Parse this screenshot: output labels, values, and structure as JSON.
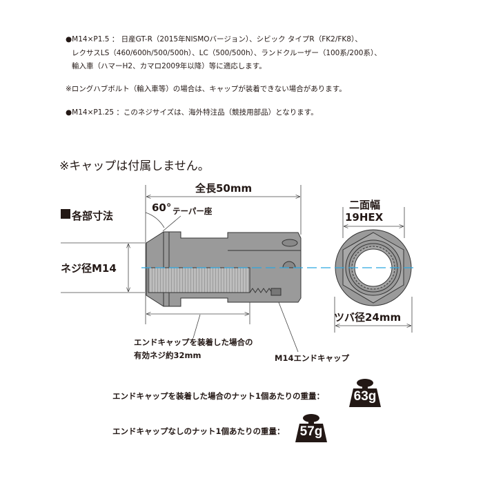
{
  "notes": {
    "line1a": "●M14×P1.5 ： 日産GT-R（2015年NISMOバージョン）、シビック タイプR（FK2/FK8）、",
    "line1b": "レクサスLS（460/600h/500/500h）、LC（500/500h）、ランドクルーザー（100系/200系）、",
    "line1c": "輸入車（ハマーH2、カマロ2009年以降）等に適応します。",
    "line2": "※ロングハブボルト（輸入車等）の場合は、キャップが装着できない場合があります。",
    "line3": "●M14×P1.25 ：このネジサイズは、海外特注品（競技用部品）となります。"
  },
  "cap_note": "※キャップは付属しません。",
  "diagram": {
    "section_title": "各部寸法",
    "total_length": "全長50mm",
    "taper_angle": "60°",
    "taper_label": "テーパー座",
    "thread_dia": "ネジ径M14",
    "hex_title": "二面幅",
    "hex_size": "19HEX",
    "flange_dia": "ツバ径24mm",
    "effective_line1": "エンドキャップを装着した場合の",
    "effective_line2": "有効ネジ約32mm",
    "end_cap": "M14エンドキャップ",
    "centerline_color": "#2aa7e0"
  },
  "weights": [
    {
      "label": "エンドキャップを装着した場合のナット1個あたりの重量：",
      "value": "63g"
    },
    {
      "label": "エンドキャップなしのナット1個あたりの重量：",
      "value": "57g"
    }
  ]
}
